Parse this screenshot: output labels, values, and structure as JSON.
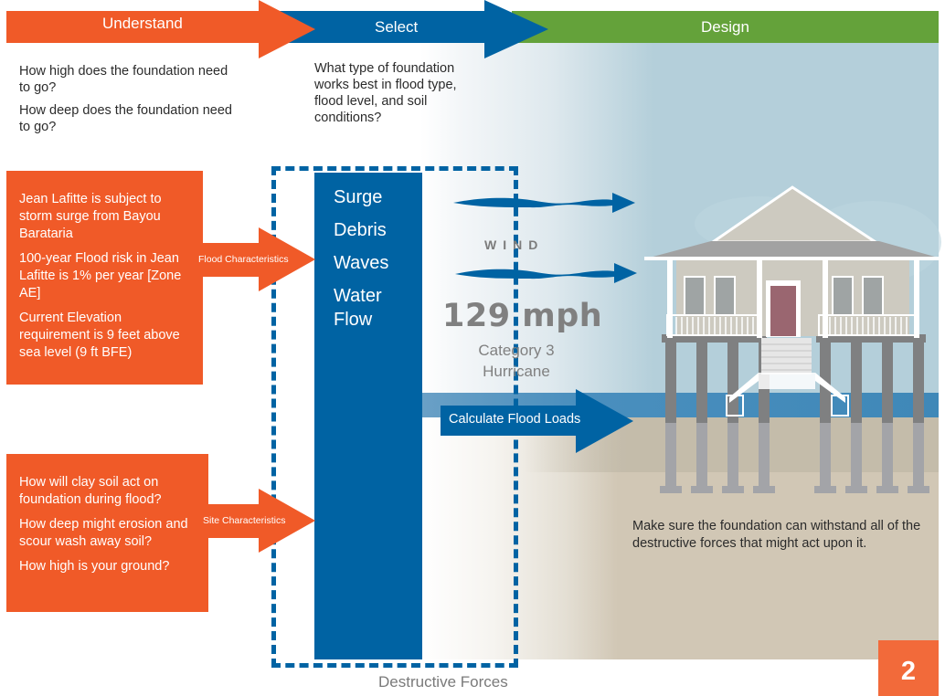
{
  "stages": [
    {
      "label": "Understand",
      "color": "#f05a28"
    },
    {
      "label": "Select",
      "color": "#0063a3"
    },
    {
      "label": "Design",
      "color": "#64a23a"
    }
  ],
  "understand_questions": [
    "How high does the foundation need to go?",
    "How deep does the foundation need to go?"
  ],
  "select_question": "What type of foundation works best in flood type, flood level, and soil conditions?",
  "flood_box": {
    "items": [
      "Jean Lafitte is subject to storm surge from Bayou Barataria",
      "100-year Flood risk in Jean Lafitte is 1% per year [Zone AE]",
      "Current Elevation requirement is 9 feet above sea level (9 ft BFE)"
    ],
    "arrow_label": "Flood Characteristics"
  },
  "site_box": {
    "items": [
      "How will clay soil act on foundation during flood?",
      "How deep might erosion and scour wash away soil?",
      "How high is your ground?"
    ],
    "arrow_label": "Site Characteristics"
  },
  "forces": [
    "Surge",
    "Debris",
    "Waves",
    "Water Flow"
  ],
  "forces_caption": "Destructive Forces",
  "wind": {
    "label": "WIND",
    "speed": "129 mph",
    "category_line1": "Category 3",
    "category_line2": "Hurricane"
  },
  "flood_loads_label": "Calculate Flood Loads",
  "design_note": "Make sure the foundation can withstand all of the destructive forces that might act upon it.",
  "page_number": "2",
  "colors": {
    "orange": "#f05a28",
    "blue": "#0063a3",
    "green": "#64a23a",
    "sky": "#b4cfda",
    "water": "#3f88b8",
    "ground": "#d1c7b5",
    "door": "#9a6670"
  }
}
